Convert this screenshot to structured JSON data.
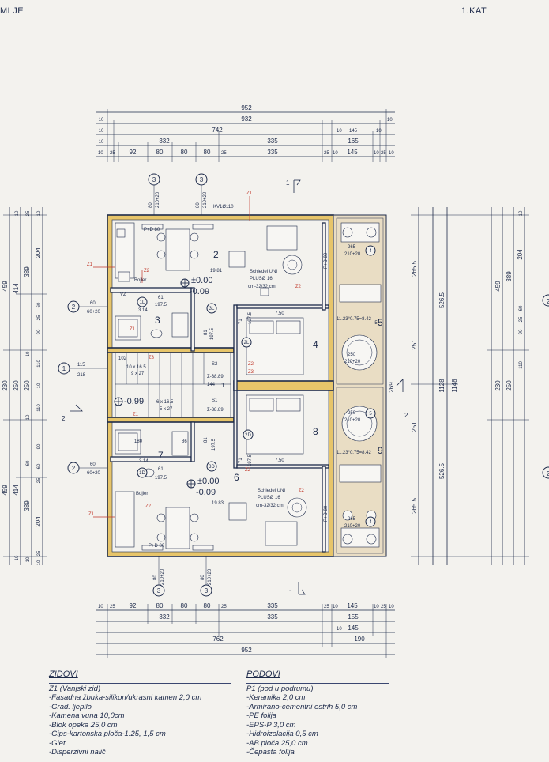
{
  "header": {
    "left": "MLJE",
    "right": "1.KAT"
  },
  "dimensions": {
    "top": {
      "total": "952",
      "inner": "932",
      "r1": "742",
      "r1_right": [
        "10",
        "145",
        "10",
        "10"
      ],
      "r2_left": "332",
      "r2_mid": "335",
      "r2_right": "165",
      "r3": [
        "10",
        "25",
        "92",
        "80",
        "80",
        "80",
        "25",
        "335",
        "25",
        "10",
        "145",
        "10",
        "25",
        "10"
      ],
      "ends": [
        "10",
        "10",
        "10"
      ]
    },
    "bottom": {
      "r1": [
        "10",
        "25",
        "92",
        "80",
        "80",
        "80",
        "25",
        "335",
        "25",
        "10",
        "145",
        "10",
        "25",
        "10"
      ],
      "r2_left": "332",
      "r2_mid": "335",
      "r2_right": "155",
      "r3_right": [
        "10",
        "145"
      ],
      "total1": "762",
      "total1_right": "190",
      "total": "952"
    },
    "left_outer": [
      "459",
      "230",
      "459"
    ],
    "left_mid": [
      "414",
      "389",
      "204",
      "60",
      "25",
      "90",
      "250",
      "110",
      "10",
      "60",
      "90",
      "110",
      "250",
      "25",
      "389",
      "414",
      "204",
      "25",
      "60",
      "10"
    ],
    "left_small": [
      "25",
      "10",
      "10",
      "10",
      "10",
      "10",
      "10"
    ],
    "right_outer": [
      "1148"
    ],
    "right_mid": [
      "526.5",
      "1128",
      "526.5"
    ],
    "right_inner": [
      "265.5",
      "251",
      "251",
      "265.5",
      "269"
    ],
    "right_small": [
      "459",
      "389",
      "204",
      "230",
      "250",
      "110",
      "90",
      "60",
      "25",
      "10"
    ]
  },
  "axes": {
    "markers_top": [
      "3",
      "3"
    ],
    "markers_bottom": [
      "3",
      "3"
    ],
    "markers_left": [
      "2",
      "1",
      "2"
    ],
    "markers_right": [
      "2",
      "2"
    ],
    "sections": [
      "1",
      "1",
      "2",
      "2"
    ],
    "axis1_vals": [
      "115",
      "218"
    ],
    "axis2_vals_top": [
      "60",
      "60+20"
    ],
    "axis2_vals_bot": [
      "60",
      "60+20"
    ],
    "win_top": [
      "80",
      "210+20",
      "80",
      "210+20"
    ],
    "win_bot": [
      "80",
      "210+20",
      "80",
      "210+20"
    ],
    "kv_top": "KV1Ø110"
  },
  "rooms": [
    {
      "num": "2",
      "area": "19.81"
    },
    {
      "num": "3",
      "area": "3.14"
    },
    {
      "num": "4",
      "area": "7.50"
    },
    {
      "num": "5",
      "area": "11.23°0.75=8.42"
    },
    {
      "num": "6",
      "area": "19.83"
    },
    {
      "num": "7",
      "area": "3.14"
    },
    {
      "num": "8",
      "area": "7.50"
    },
    {
      "num": "9",
      "area": "11.23°0.75=8.42"
    }
  ],
  "levels": {
    "upper": [
      "±0.00",
      "-0.09"
    ],
    "lower": [
      "±0.00",
      "-0.09"
    ],
    "stair": "-0.99"
  },
  "annotations": {
    "stove1": [
      "Schiedel UNI",
      "PLUSØ 16",
      "cm-32/32 cm"
    ],
    "stove2": [
      "Schiedel UNI",
      "PLUSØ 16",
      "cm-32/32 cm"
    ],
    "door1": [
      "61",
      "197.5"
    ],
    "door2": [
      "61",
      "197.5"
    ],
    "door3": [
      "81",
      "197.5"
    ],
    "door4": [
      "71",
      "197.5"
    ],
    "door5": [
      "81",
      "197.5"
    ],
    "door6": [
      "71",
      "197.5"
    ],
    "stair_top": [
      "10 x 16.5",
      "9 x 27"
    ],
    "stair_bot": [
      "6 x 16.5",
      "5 x 27"
    ],
    "stair_vals": [
      "102",
      "144",
      "1",
      "S2",
      "Σ-38.89",
      "S1",
      "Σ-38.89"
    ],
    "bath": [
      "180",
      "86",
      "Bojler",
      "VZ",
      "Bojler"
    ],
    "balcony": [
      "265",
      "210+20",
      "250",
      "210+20",
      "250",
      "210+20",
      "265",
      "210+20"
    ],
    "circles": [
      "4",
      "5",
      "5",
      "4"
    ],
    "codes": [
      "1L",
      "2L",
      "3L",
      "1D",
      "2D",
      "3D"
    ],
    "sd": [
      "P+D 80",
      "P+D 80",
      "P+D 80",
      "P+D 80"
    ],
    "z": [
      "Z1",
      "Z1",
      "Z1",
      "Z1",
      "Z1",
      "Z2",
      "Z2",
      "Z2",
      "Z2",
      "Z2",
      "Z2",
      "Z3",
      "Z3"
    ]
  },
  "legend": {
    "walls_title": "ZIDOVI",
    "walls": [
      "Z1 (Vanjski zid)",
      "-Fasadna žbuka-silikon/ukrasni kamen 2,0 cm",
      "-Grad. ljepilo",
      "-Kamena vuna 10,0cm",
      "-Blok opeka 25,0 cm",
      "-Gips-kartonska ploča-1.25, 1,5 cm",
      "-Glet",
      "-Disperzivni nalič"
    ],
    "floors_title": "PODOVI",
    "floors": [
      "P1 (pod u podrumu)",
      "-Keramika 2,0 cm",
      "-Armirano-cementni estrih 5,0 cm",
      "-PE folija",
      "-EPS-P 3,0 cm",
      "-Hidroizolacija 0,5 cm",
      "-AB ploča 25,0 cm",
      "-Čepasta folija"
    ]
  },
  "colors": {
    "ink": "#1d2a4a",
    "wall": "#e7c56a",
    "red": "#c0392b",
    "paper": "#f3f2ee",
    "balcony": "#e9ddc4"
  }
}
